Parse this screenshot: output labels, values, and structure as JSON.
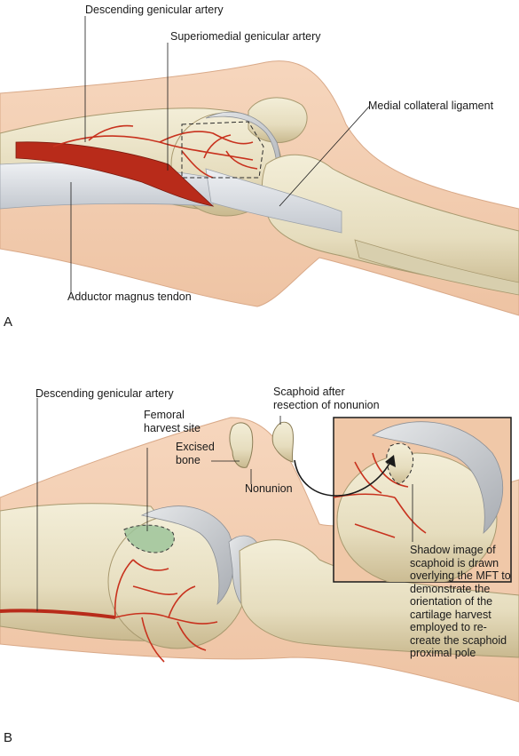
{
  "panels": {
    "a": {
      "letter": "A",
      "labels": {
        "descending_genicular": "Descending genicular artery",
        "superiomedial_genicular": "Superiomedial genicular artery",
        "medial_collateral": "Medial collateral ligament",
        "adductor_magnus": "Adductor magnus tendon"
      }
    },
    "b": {
      "letter": "B",
      "labels": {
        "descending_genicular": "Descending genicular artery",
        "femoral_harvest_line1": "Femoral",
        "femoral_harvest_line2": "harvest site",
        "scaphoid_after_line1": "Scaphoid after",
        "scaphoid_after_line2": "resection of nonunion",
        "excised_line1": "Excised",
        "excised_line2": "bone",
        "nonunion": "Nonunion",
        "shadow_note": "Shadow image of scaphoid is drawn overlying the MFT to demonstrate the orientation of the cartilage harvest employed to re-create the scaphoid proximal pole"
      }
    }
  },
  "colors": {
    "skin": "#f2cdb0",
    "skin_dark": "#e7b896",
    "bone": "#ece6cc",
    "bone_shade": "#cdbf98",
    "cartilage": "#c9ccd0",
    "artery": "#c8321e",
    "tendon": "#d9dde2",
    "harvest": "#9ec49a",
    "inset_bg": "#f0c8a8"
  }
}
